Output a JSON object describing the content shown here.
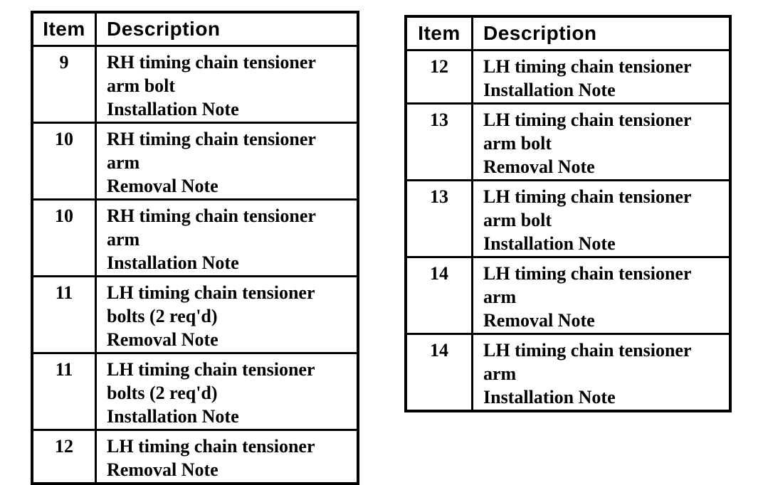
{
  "colors": {
    "background": "#ffffff",
    "border": "#000000",
    "text": "#000000"
  },
  "tables": {
    "left": {
      "headers": {
        "item": "Item",
        "description": "Description"
      },
      "rows": [
        {
          "item": "9",
          "description": "RH timing chain tensioner\narm bolt\nInstallation Note"
        },
        {
          "item": "10",
          "description": "RH timing chain tensioner\narm\nRemoval Note"
        },
        {
          "item": "10",
          "description": "RH timing chain tensioner\narm\nInstallation Note"
        },
        {
          "item": "11",
          "description": "LH timing chain tensioner\nbolts (2 req'd)\nRemoval Note"
        },
        {
          "item": "11",
          "description": "LH timing chain tensioner\nbolts (2 req'd)\nInstallation Note"
        },
        {
          "item": "12",
          "description": "LH timing chain tensioner\nRemoval Note"
        }
      ]
    },
    "right": {
      "headers": {
        "item": "Item",
        "description": "Description"
      },
      "rows": [
        {
          "item": "12",
          "description": "LH timing chain tensioner\nInstallation Note"
        },
        {
          "item": "13",
          "description": "LH timing chain tensioner\narm bolt\nRemoval Note"
        },
        {
          "item": "13",
          "description": "LH timing chain tensioner\narm bolt\nInstallation Note"
        },
        {
          "item": "14",
          "description": "LH timing chain tensioner\narm\nRemoval Note"
        },
        {
          "item": "14",
          "description": "LH timing chain tensioner\narm\nInstallation Note"
        }
      ]
    }
  }
}
